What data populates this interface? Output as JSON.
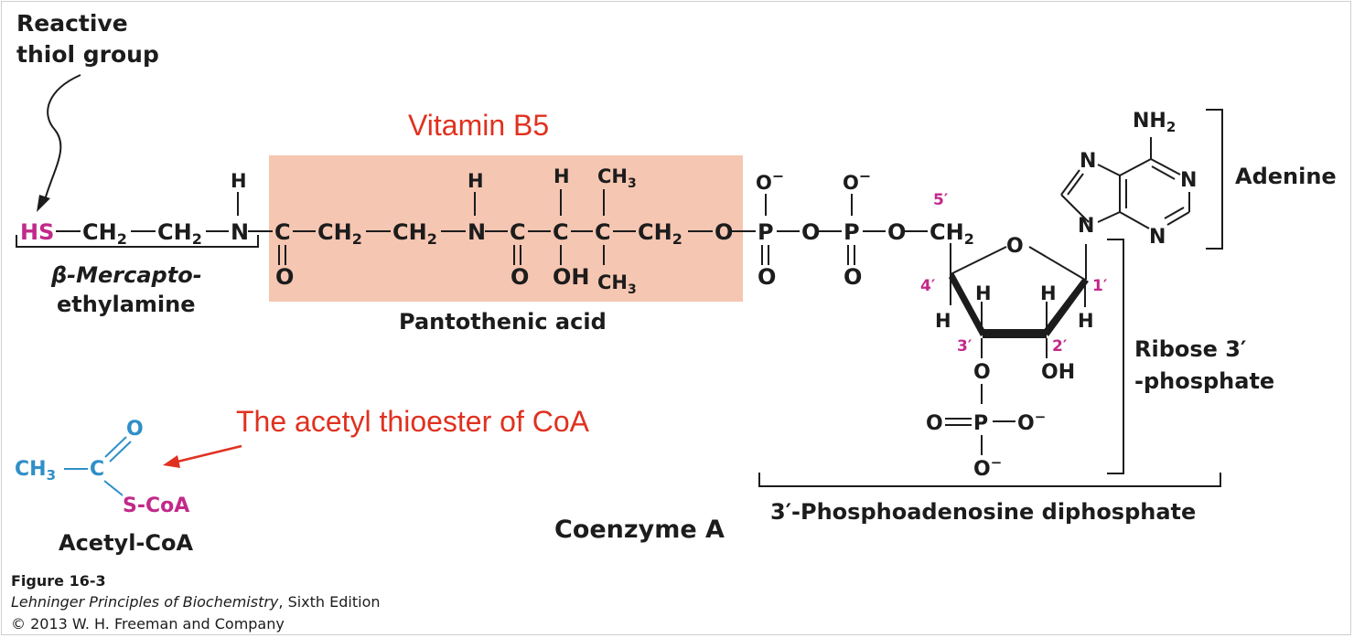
{
  "colors": {
    "black": "#1c1c1c",
    "magenta": "#c2298a",
    "blue": "#2f8fc8",
    "annotation_red": "#e0311f",
    "pantothenic_box": "#f5c6b2"
  },
  "labels": {
    "reactive_thiol_l1": "Reactive",
    "reactive_thiol_l2": "thiol group",
    "vitamin_b5": "Vitamin B5",
    "mercapto_l1": "β-Mercapto-",
    "mercapto_l2": "ethylamine",
    "pantothenic_acid": "Pantothenic acid",
    "adenine": "Adenine",
    "ribose_l1": "Ribose 3′",
    "ribose_l2": "-phosphate",
    "papd": "3′-Phosphoadenosine diphosphate",
    "coenzyme_a": "Coenzyme A",
    "acetyl_thioester": "The acetyl thioester of CoA",
    "acetyl_coa": "Acetyl-CoA"
  },
  "atoms": {
    "hs": "HS",
    "ch2": "CH",
    "sub2": "2",
    "n": "N",
    "c": "C",
    "o": "O",
    "p": "P",
    "h": "H",
    "oh": "OH",
    "ch3": "CH",
    "sub3": "3",
    "o_minus": "O",
    "minus": "−",
    "nh2": "NH",
    "s_coa": "S-CoA"
  },
  "positions_marks": {
    "p5": "5′",
    "p4": "4′",
    "p3": "3′",
    "p2": "2′",
    "p1": "1′"
  },
  "caption": {
    "figure": "Figure 16-3",
    "book_title": "Lehninger Principles of Biochemistry",
    "edition": ", Sixth Edition",
    "copyright": "© 2013 W. H. Freeman and Company"
  }
}
